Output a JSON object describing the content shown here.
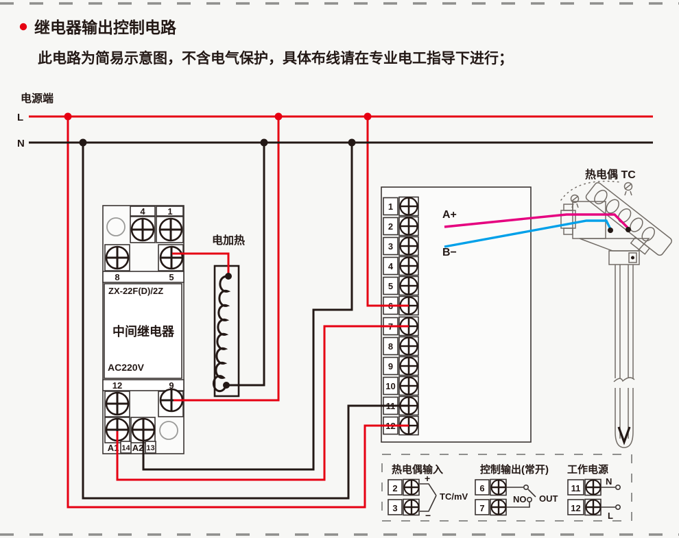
{
  "page": {
    "title": "继电器输出控制电路",
    "subtitle": "此电路为简易示意图，不含电气保护，具体布线请在专业电工指导下进行；"
  },
  "power": {
    "label": "电源端",
    "l": "L",
    "n": "N"
  },
  "relay": {
    "model": "ZX-22F(D)/2Z",
    "name": "中间继电器",
    "voltage": "AC220V",
    "t4": "4",
    "t1": "1",
    "t8": "8",
    "t5": "5",
    "t12": "12",
    "t9": "9",
    "a1": "A1",
    "n14": "14",
    "a2": "A2",
    "n13": "13"
  },
  "heater": {
    "label": "电加热"
  },
  "instrument": {
    "terminals": [
      "1",
      "2",
      "3",
      "4",
      "5",
      "6",
      "7",
      "8",
      "9",
      "10",
      "11",
      "12"
    ],
    "a_plus": "A+",
    "b_minus": "B−"
  },
  "thermocouple": {
    "label": "热电偶 TC"
  },
  "legend": {
    "tc_input": {
      "title": "热电偶输入",
      "t2": "2",
      "t3": "3",
      "plus": "+",
      "minus": "−",
      "unit": "TC/mV"
    },
    "control": {
      "title": "控制输出(常开)",
      "t6": "6",
      "t7": "7",
      "no": "NO",
      "out": "OUT"
    },
    "supply": {
      "title": "工作电源",
      "t11": "11",
      "t12": "12",
      "n": "N",
      "l": "L"
    }
  },
  "colors": {
    "live": "#e60012",
    "neutral": "#231815",
    "tc_plus": "#e5007f",
    "tc_minus": "#00a0e9"
  }
}
